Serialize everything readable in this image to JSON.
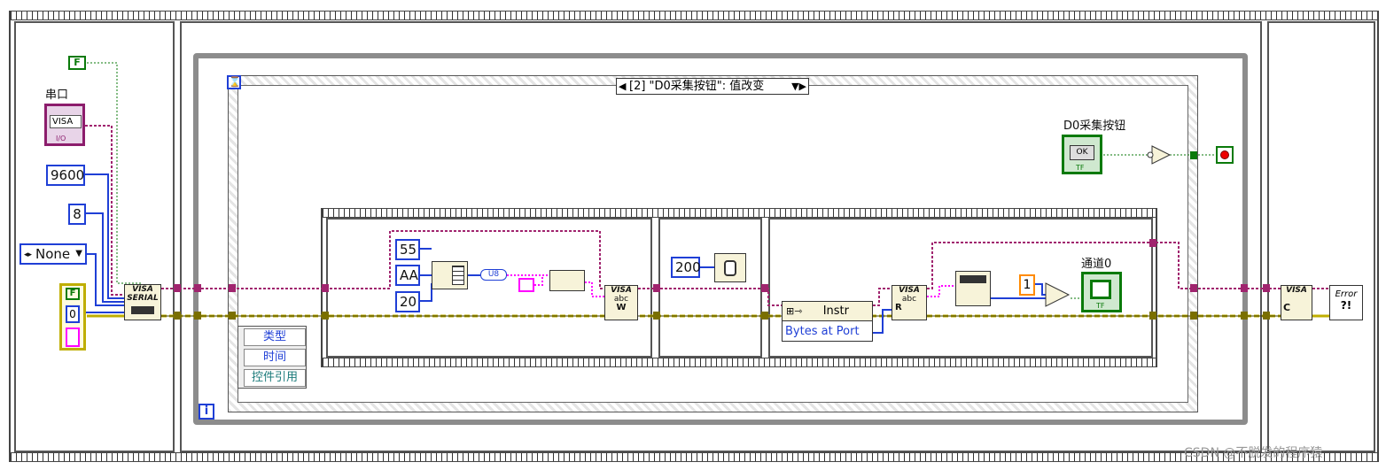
{
  "labels": {
    "serial_port": "串口",
    "visa_ctrl": "VISA",
    "io_tag": "I/O",
    "baud": "9600",
    "data_bits": "8",
    "parity": "None",
    "false_const": "F",
    "zero": "0",
    "serial_cfg": "VISA SERIAL",
    "event_case": "[2] \"D0采集按钮\": 值改变",
    "btn_name": "D0采集按钮",
    "btn_ok": "OK",
    "tf": "TF",
    "const_55": "55",
    "const_aa": "AA",
    "const_20": "20",
    "u8": "U8",
    "wait_ms": "200",
    "instr": "Instr",
    "bytes_at_port": "Bytes at Port",
    "visa_w": "W",
    "visa_r": "R",
    "one": "1",
    "channel": "通道0",
    "type": "类型",
    "time": "时间",
    "ctrl_ref": "控件引用",
    "loop_i": "i",
    "hourglass": "⌛",
    "error": "Error",
    "visa_close": "C",
    "watermark": "CSDN @不脱发的程序猿"
  },
  "colors": {
    "visa_wire": "#a0246e",
    "error_wire": "#bfae00",
    "int_wire": "#1f3fd6",
    "bool_wire": "#0a7a0a",
    "string_wire": "#ff00ff",
    "u8_wire": "#1f3fd6"
  }
}
